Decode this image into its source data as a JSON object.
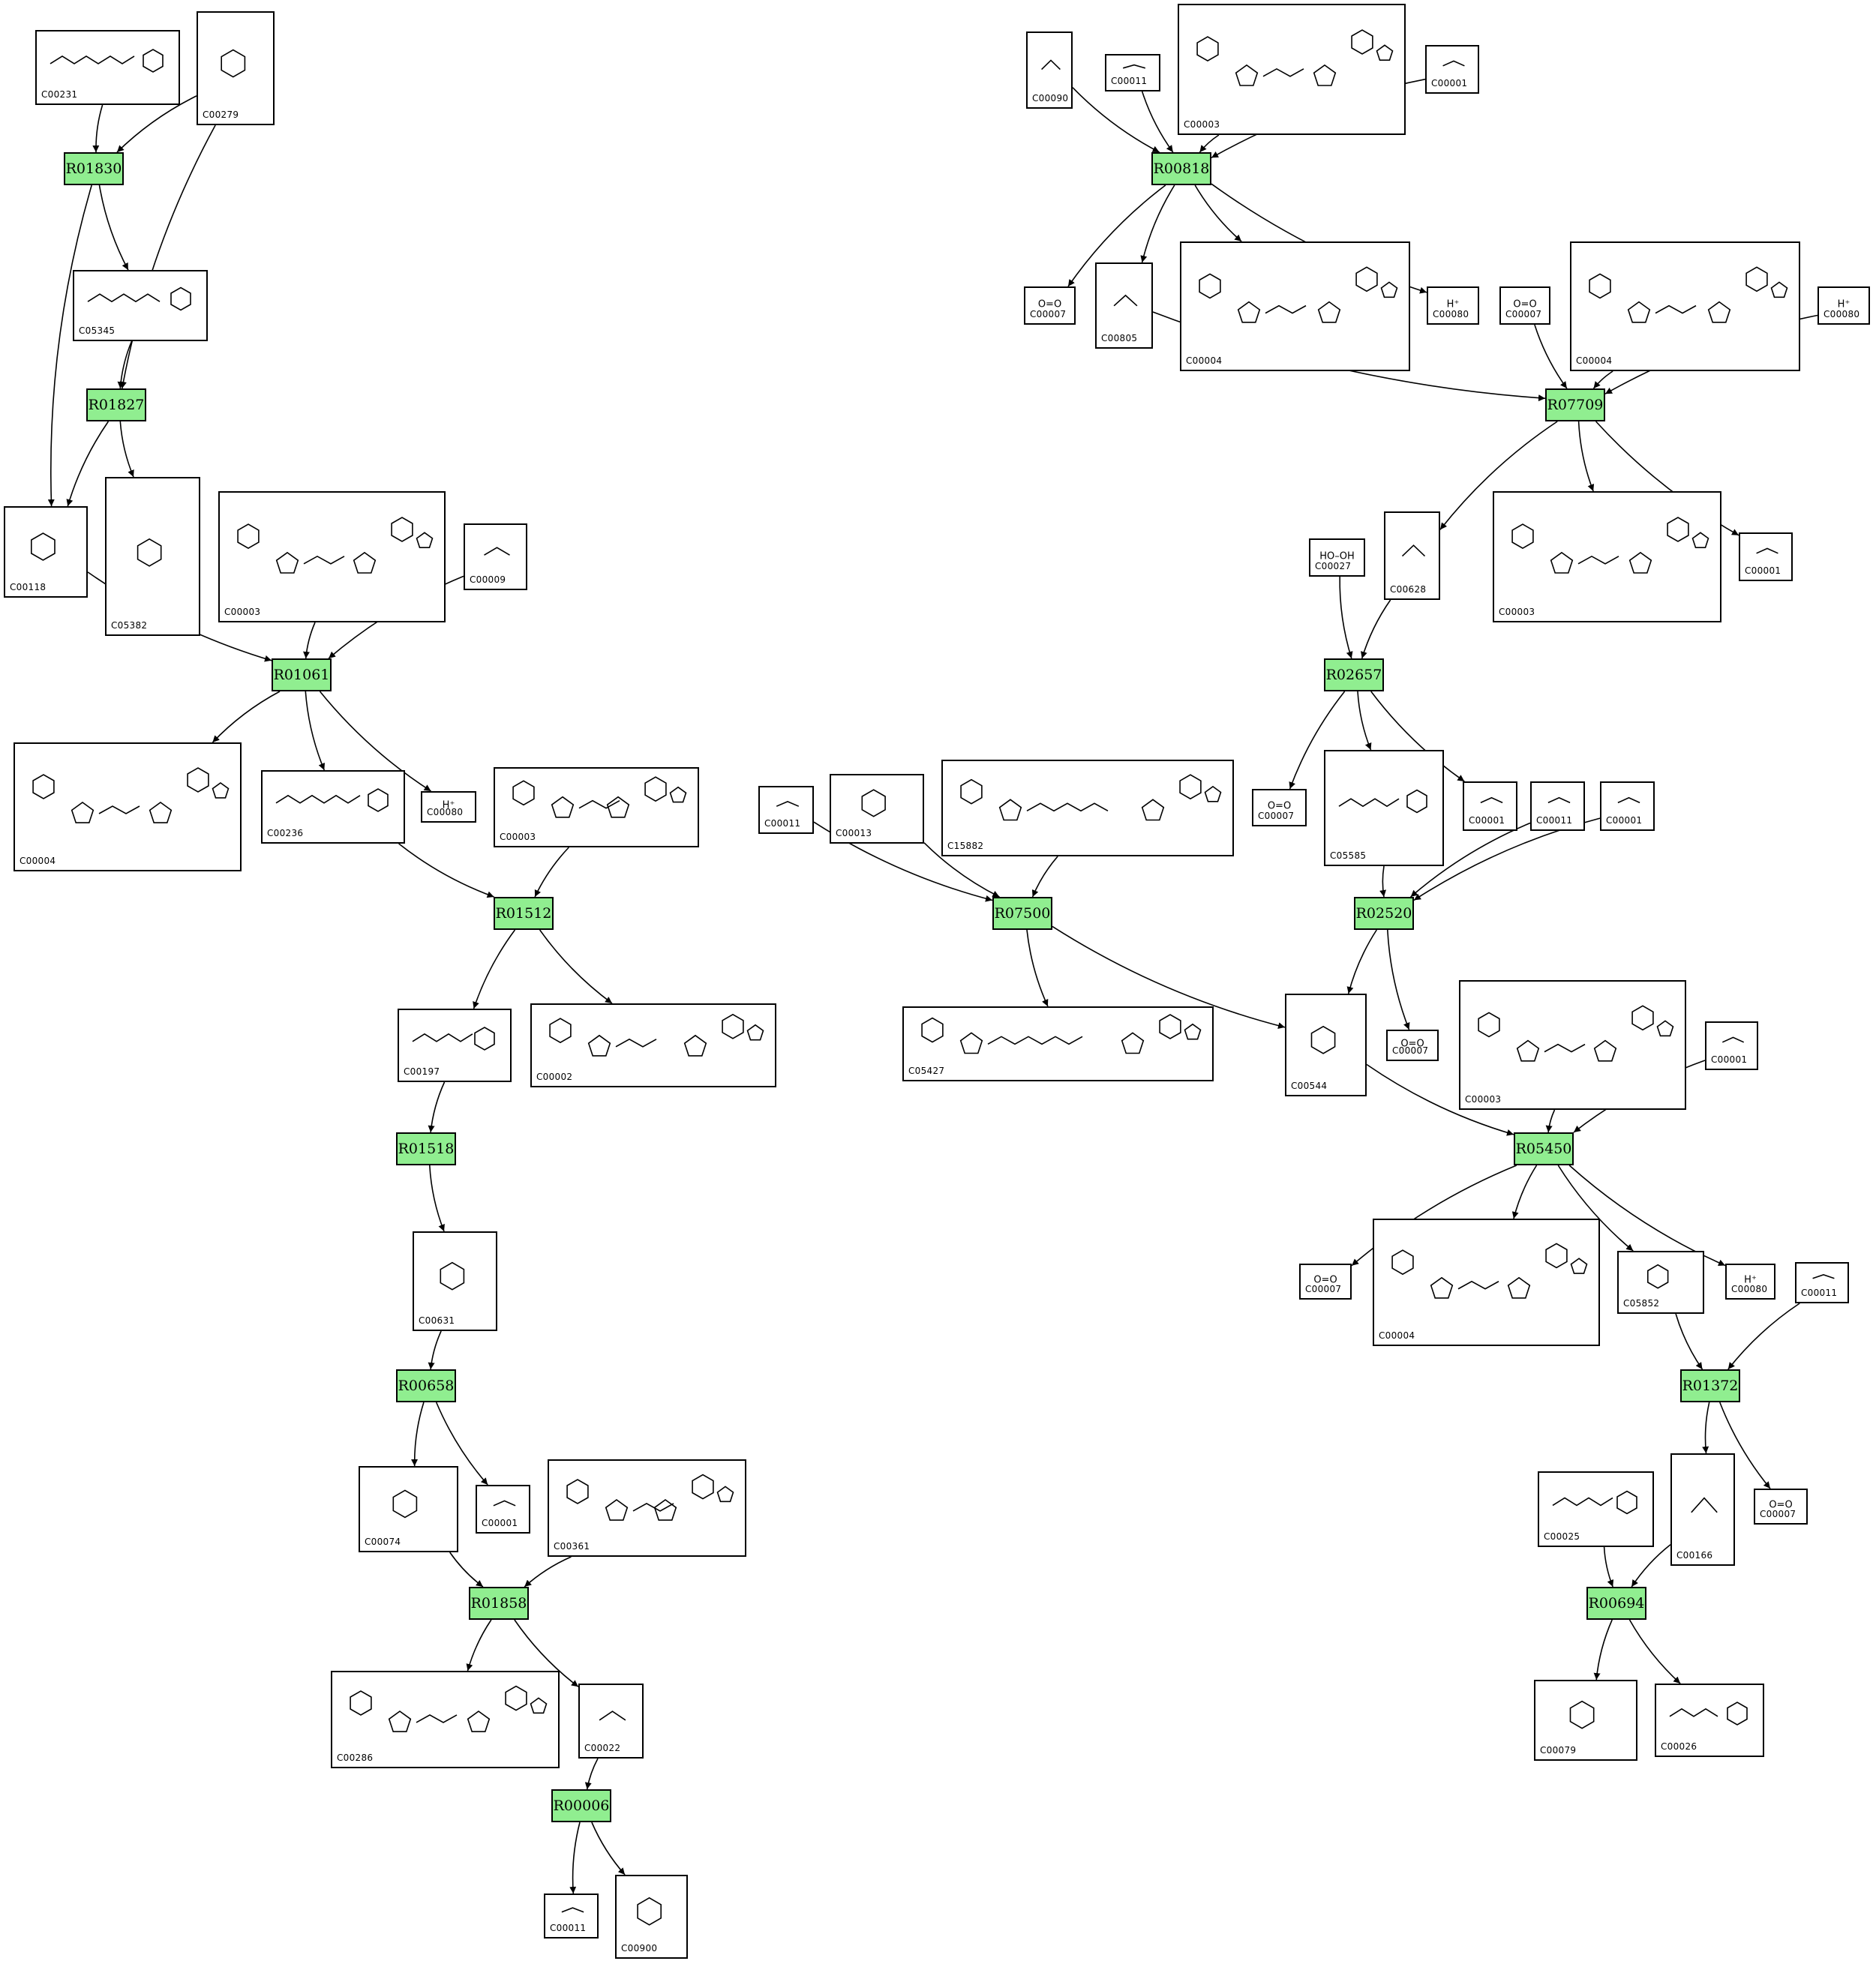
{
  "reactions": [
    "R01830",
    "R01827",
    "R01061",
    "R01512",
    "R01518",
    "R00658",
    "R01858",
    "R00006",
    "R00818",
    "R07709",
    "R02657",
    "R07500",
    "R02520",
    "R05450",
    "R01372",
    "R00694"
  ],
  "compounds": [
    {
      "uid": "n01",
      "id": "C00231",
      "formula": ""
    },
    {
      "uid": "n02",
      "id": "C00279",
      "formula": ""
    },
    {
      "uid": "n03",
      "id": "C05345",
      "formula": ""
    },
    {
      "uid": "n04",
      "id": "C00118",
      "formula": ""
    },
    {
      "uid": "n05",
      "id": "C05382",
      "formula": ""
    },
    {
      "uid": "n06",
      "id": "C00003",
      "formula": ""
    },
    {
      "uid": "n07",
      "id": "C00009",
      "formula": ""
    },
    {
      "uid": "n08",
      "id": "C00004",
      "formula": ""
    },
    {
      "uid": "n09",
      "id": "C00236",
      "formula": ""
    },
    {
      "uid": "n10",
      "id": "C00080",
      "formula": "H⁺"
    },
    {
      "uid": "n11",
      "id": "C00003",
      "formula": ""
    },
    {
      "uid": "n12",
      "id": "C00197",
      "formula": ""
    },
    {
      "uid": "n13",
      "id": "C00002",
      "formula": ""
    },
    {
      "uid": "n14",
      "id": "C00631",
      "formula": ""
    },
    {
      "uid": "n15",
      "id": "C00074",
      "formula": ""
    },
    {
      "uid": "n16",
      "id": "C00001",
      "formula": ""
    },
    {
      "uid": "n17",
      "id": "C00361",
      "formula": ""
    },
    {
      "uid": "n18",
      "id": "C00286",
      "formula": ""
    },
    {
      "uid": "n19",
      "id": "C00022",
      "formula": ""
    },
    {
      "uid": "n20",
      "id": "C00011",
      "formula": ""
    },
    {
      "uid": "n21",
      "id": "C00900",
      "formula": ""
    },
    {
      "uid": "n22",
      "id": "C00090",
      "formula": ""
    },
    {
      "uid": "n23",
      "id": "C00011",
      "formula": ""
    },
    {
      "uid": "n24",
      "id": "C00003",
      "formula": ""
    },
    {
      "uid": "n25",
      "id": "C00001",
      "formula": ""
    },
    {
      "uid": "n26",
      "id": "C00007",
      "formula": "O=O"
    },
    {
      "uid": "n27",
      "id": "C00805",
      "formula": ""
    },
    {
      "uid": "n28",
      "id": "C00004",
      "formula": ""
    },
    {
      "uid": "n29",
      "id": "C00080",
      "formula": "H⁺"
    },
    {
      "uid": "n30",
      "id": "C00007",
      "formula": "O=O"
    },
    {
      "uid": "n31",
      "id": "C00004",
      "formula": ""
    },
    {
      "uid": "n32",
      "id": "C00080",
      "formula": "H⁺"
    },
    {
      "uid": "n33",
      "id": "C00027",
      "formula": "HO–OH"
    },
    {
      "uid": "n34",
      "id": "C00628",
      "formula": ""
    },
    {
      "uid": "n35",
      "id": "C00003",
      "formula": ""
    },
    {
      "uid": "n36",
      "id": "C00001",
      "formula": ""
    },
    {
      "uid": "n37",
      "id": "C00011",
      "formula": ""
    },
    {
      "uid": "n38",
      "id": "C00013",
      "formula": ""
    },
    {
      "uid": "n39",
      "id": "C15882",
      "formula": ""
    },
    {
      "uid": "n40",
      "id": "C00007",
      "formula": "O=O"
    },
    {
      "uid": "n41",
      "id": "C05585",
      "formula": ""
    },
    {
      "uid": "n42",
      "id": "C00001",
      "formula": ""
    },
    {
      "uid": "n43",
      "id": "C00011",
      "formula": ""
    },
    {
      "uid": "n44",
      "id": "C00001",
      "formula": ""
    },
    {
      "uid": "n45",
      "id": "C05427",
      "formula": ""
    },
    {
      "uid": "n46",
      "id": "C00544",
      "formula": ""
    },
    {
      "uid": "n47",
      "id": "C00007",
      "formula": "O=O"
    },
    {
      "uid": "n48",
      "id": "C00003",
      "formula": ""
    },
    {
      "uid": "n49",
      "id": "C00001",
      "formula": ""
    },
    {
      "uid": "n50",
      "id": "C00007",
      "formula": "O=O"
    },
    {
      "uid": "n51",
      "id": "C00004",
      "formula": ""
    },
    {
      "uid": "n52",
      "id": "C05852",
      "formula": ""
    },
    {
      "uid": "n53",
      "id": "C00080",
      "formula": "H⁺"
    },
    {
      "uid": "n54",
      "id": "C00011",
      "formula": ""
    },
    {
      "uid": "n55",
      "id": "C00025",
      "formula": ""
    },
    {
      "uid": "n56",
      "id": "C00166",
      "formula": ""
    },
    {
      "uid": "n57",
      "id": "C00007",
      "formula": "O=O"
    },
    {
      "uid": "n58",
      "id": "C00079",
      "formula": ""
    },
    {
      "uid": "n59",
      "id": "C00026",
      "formula": ""
    }
  ],
  "edges": [
    [
      "n01",
      "R01830"
    ],
    [
      "n02",
      "R01830"
    ],
    [
      "R01830",
      "n03"
    ],
    [
      "R01830",
      "n04"
    ],
    [
      "n03",
      "R01827"
    ],
    [
      "n02",
      "R01827"
    ],
    [
      "R01827",
      "n04"
    ],
    [
      "R01827",
      "n05"
    ],
    [
      "n04",
      "R01061"
    ],
    [
      "n06",
      "R01061"
    ],
    [
      "n07",
      "R01061"
    ],
    [
      "R01061",
      "n08"
    ],
    [
      "R01061",
      "n09"
    ],
    [
      "R01061",
      "n10"
    ],
    [
      "n09",
      "R01512"
    ],
    [
      "n11",
      "R01512"
    ],
    [
      "R01512",
      "n12"
    ],
    [
      "R01512",
      "n13"
    ],
    [
      "n12",
      "R01518"
    ],
    [
      "R01518",
      "n14"
    ],
    [
      "n14",
      "R00658"
    ],
    [
      "R00658",
      "n15"
    ],
    [
      "R00658",
      "n16"
    ],
    [
      "n15",
      "R01858"
    ],
    [
      "n17",
      "R01858"
    ],
    [
      "R01858",
      "n18"
    ],
    [
      "R01858",
      "n19"
    ],
    [
      "n19",
      "R00006"
    ],
    [
      "R00006",
      "n20"
    ],
    [
      "R00006",
      "n21"
    ],
    [
      "n22",
      "R00818"
    ],
    [
      "n23",
      "R00818"
    ],
    [
      "n24",
      "R00818"
    ],
    [
      "n25",
      "R00818"
    ],
    [
      "R00818",
      "n26"
    ],
    [
      "R00818",
      "n27"
    ],
    [
      "R00818",
      "n28"
    ],
    [
      "R00818",
      "n29"
    ],
    [
      "n27",
      "R07709"
    ],
    [
      "n30",
      "R07709"
    ],
    [
      "n31",
      "R07709"
    ],
    [
      "n32",
      "R07709"
    ],
    [
      "R07709",
      "n34"
    ],
    [
      "R07709",
      "n35"
    ],
    [
      "R07709",
      "n36"
    ],
    [
      "n33",
      "R02657"
    ],
    [
      "n34",
      "R02657"
    ],
    [
      "R02657",
      "n40"
    ],
    [
      "R02657",
      "n41"
    ],
    [
      "R02657",
      "n42"
    ],
    [
      "n37",
      "R07500"
    ],
    [
      "n38",
      "R07500"
    ],
    [
      "n39",
      "R07500"
    ],
    [
      "R07500",
      "n45"
    ],
    [
      "R07500",
      "n46"
    ],
    [
      "n41",
      "R02520"
    ],
    [
      "n43",
      "R02520"
    ],
    [
      "n44",
      "R02520"
    ],
    [
      "R02520",
      "n46"
    ],
    [
      "R02520",
      "n47"
    ],
    [
      "n46",
      "R05450"
    ],
    [
      "n48",
      "R05450"
    ],
    [
      "n49",
      "R05450"
    ],
    [
      "R05450",
      "n50"
    ],
    [
      "R05450",
      "n51"
    ],
    [
      "R05450",
      "n52"
    ],
    [
      "R05450",
      "n53"
    ],
    [
      "n52",
      "R01372"
    ],
    [
      "n54",
      "R01372"
    ],
    [
      "R01372",
      "n56"
    ],
    [
      "R01372",
      "n57"
    ],
    [
      "n55",
      "R00694"
    ],
    [
      "n56",
      "R00694"
    ],
    [
      "R00694",
      "n58"
    ],
    [
      "R00694",
      "n59"
    ]
  ],
  "colors": {
    "reaction_fill": "#90ee90",
    "stroke": "#000000",
    "background": "#ffffff"
  }
}
